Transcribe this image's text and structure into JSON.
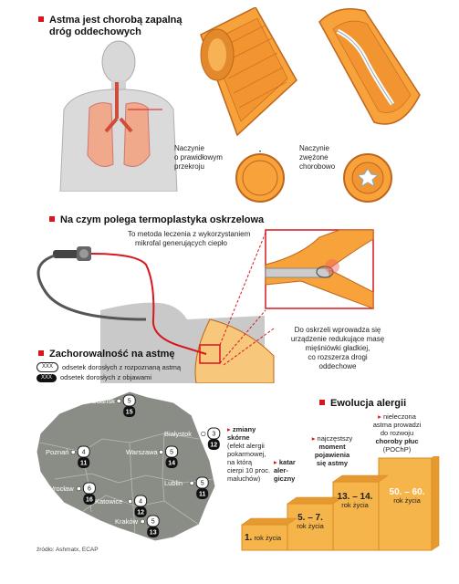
{
  "section1": {
    "title_line1": "Astma jest chorobą zapalną",
    "title_line2": "dróg oddechowych",
    "normal_label": [
      "Naczynie",
      "o prawidłowym",
      "przekroju"
    ],
    "narrowed_label": [
      "Naczynie",
      "zwężone",
      "chorobowo"
    ]
  },
  "section2": {
    "title": "Na czym polega termoplastyka oskrzelowa",
    "method_line1": "To metoda leczenia z wykorzystaniem",
    "method_line2": "mikrofal generujących ciepło",
    "device_lines": [
      "Do oskrzeli wprowadza się",
      "urządzenie redukujące masę",
      "mięśniówki gładkiej,",
      "co rozszerza drogi",
      "oddechowe"
    ]
  },
  "section3": {
    "title": "Zachorowalność na astmę",
    "legend_badge1": "XXX",
    "legend_badge2": "XXX",
    "legend1": "odsetek dorosłych z rozpoznaną astmą",
    "legend2": "odsetek dorosłych z objawami",
    "cities": [
      {
        "name": "Gdańsk",
        "diagnosed": "5",
        "symptoms": "15"
      },
      {
        "name": "Białystok",
        "diagnosed": "3",
        "symptoms": "12"
      },
      {
        "name": "Poznań",
        "diagnosed": "4",
        "symptoms": "11"
      },
      {
        "name": "Warszawa",
        "diagnosed": "5",
        "symptoms": "14"
      },
      {
        "name": "Lublin",
        "diagnosed": "5",
        "symptoms": "11"
      },
      {
        "name": "Wrocław",
        "diagnosed": "6",
        "symptoms": "16"
      },
      {
        "name": "Katowice",
        "diagnosed": "4",
        "symptoms": "12"
      },
      {
        "name": "Kraków",
        "diagnosed": "5",
        "symptoms": "13"
      }
    ],
    "source": "źródło: Ashmatx, ECAP"
  },
  "section4": {
    "title": "Ewolucja alergii",
    "steps": [
      {
        "value": "1.",
        "unit": "rok życia"
      },
      {
        "value": "5. – 7.",
        "unit": "rok życia"
      },
      {
        "value": "13. – 14.",
        "unit": "rok życia"
      },
      {
        "value": "50. – 60.",
        "unit": "rok życia"
      }
    ],
    "desc1_bold": [
      "zmiany",
      "skórne"
    ],
    "desc1": [
      "(efekt alergii",
      "pokarmowej,",
      "na którą",
      "cierpi 10 proc.",
      "maluchów)"
    ],
    "desc2_bold": [
      "katar",
      "aler-",
      "giczny"
    ],
    "desc3_pre": "najczęstszy",
    "desc3_bold": [
      "moment",
      "pojawienia",
      "się astmy"
    ],
    "desc4_pre": [
      "nieleczona",
      "astma prowadzi",
      "do rozwoju"
    ],
    "desc4_bold": "choroby płuc",
    "desc4_post": "(POChP)"
  },
  "colors": {
    "accent": "#d6181e",
    "airway_fill": "#f7a23a",
    "airway_stroke": "#c0651a",
    "map_fill": "#8a8d85",
    "step_fill": "#f6b54a"
  }
}
